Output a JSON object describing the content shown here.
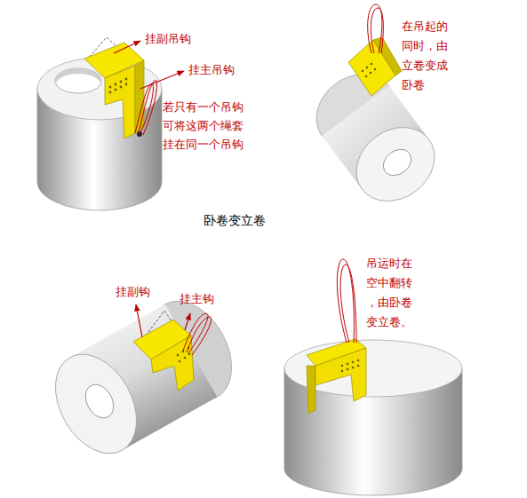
{
  "diagram": {
    "labels": [
      "挂副吊钩",
      "挂主吊钩",
      "若只有一个吊钩 可将这两个绳套 挂在同一个吊钩",
      "在吊起的 同时，由 立卷变成 卧卷",
      "卧卷变立卷",
      "挂副钩",
      "挂主钩",
      "吊运时在 空中翻转 ，由卧卷 变立卷。"
    ]
  }
}
